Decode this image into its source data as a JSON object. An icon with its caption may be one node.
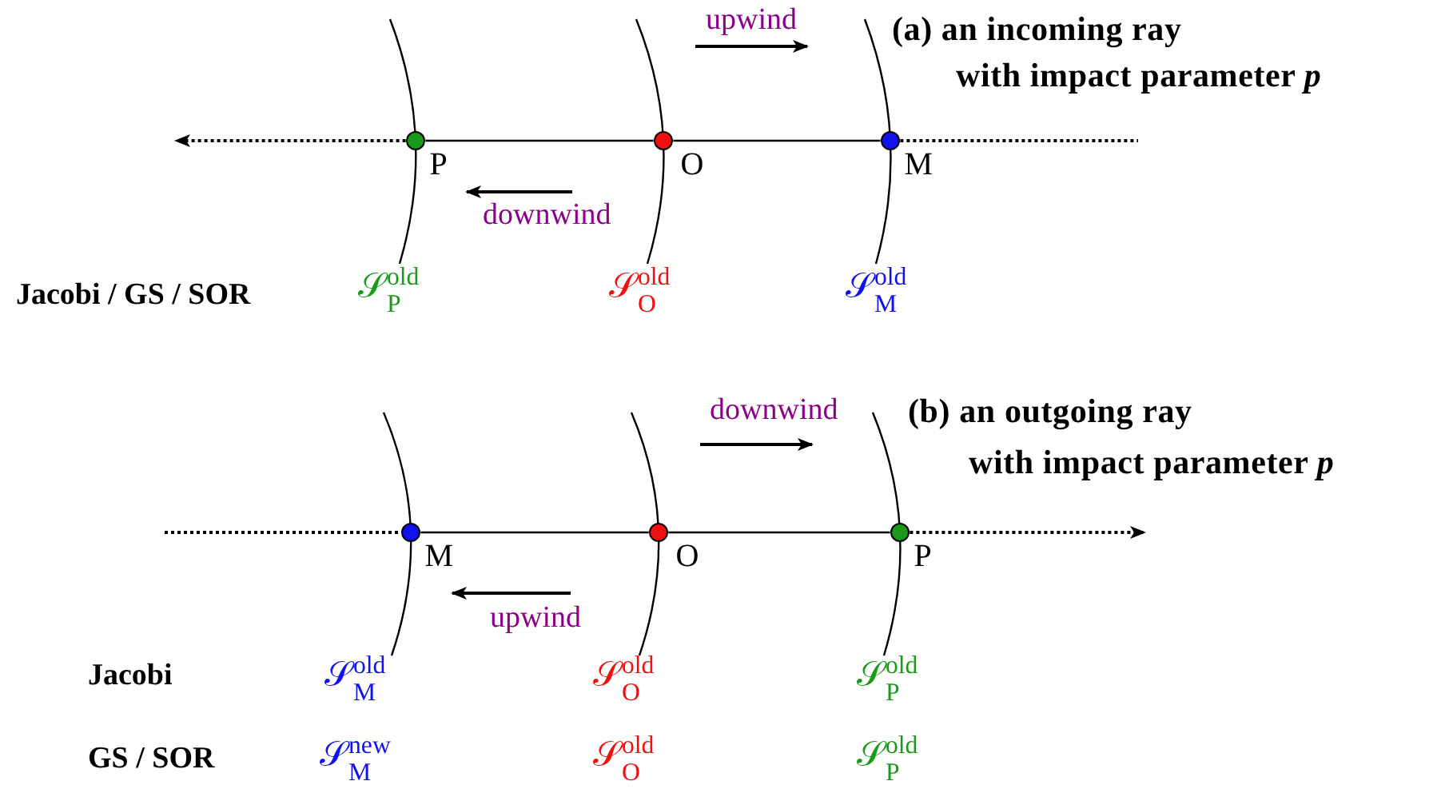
{
  "diagram": {
    "nodes": [
      {
        "text": [],
        "shape": "circle",
        "beside": [
          "P"
        ]
      },
      {
        "text": [],
        "shape": "circle",
        "beside": [
          "O"
        ]
      },
      {
        "text": [],
        "shape": "circle",
        "beside": [
          "M"
        ]
      },
      {
        "text": [],
        "shape": "circle",
        "beside": [
          "M"
        ]
      },
      {
        "text": [],
        "shape": "circle",
        "beside": [
          "O"
        ]
      },
      {
        "text": [],
        "shape": "circle",
        "beside": [
          "P"
        ]
      }
    ],
    "edges": [
      {
        "from": 0,
        "to": 1,
        "arrow": "none"
      },
      {
        "from": 1,
        "to": 2,
        "arrow": "none"
      },
      {
        "from": 0,
        "to": null,
        "arrow": "to",
        "style": "dashed"
      },
      {
        "from": 2,
        "to": null,
        "arrow": "none",
        "style": "dashed"
      },
      {
        "from": 3,
        "to": 4,
        "arrow": "none"
      },
      {
        "from": 4,
        "to": 5,
        "arrow": "none"
      },
      {
        "from": null,
        "to": 3,
        "arrow": "none",
        "style": "dashed"
      },
      {
        "from": 5,
        "to": null,
        "arrow": "to",
        "style": "dashed"
      }
    ],
    "labels": [
      "upwind",
      "(a) an incoming ray",
      "with impact parameter *p*",
      "downwind",
      "Jacobi / GS / SOR",
      "𝒮$^{old}$$_{P}$",
      "𝒮$^{old}$$_{O}$",
      "𝒮$^{old}$$_{M}$",
      "downwind",
      "(b) an outgoing ray",
      "with impact parameter *p*",
      "upwind",
      "Jacobi",
      "𝒮$^{old}$$_{M}$",
      "𝒮$^{old}$$_{O}$",
      "𝒮$^{old}$$_{P}$",
      "GS / SOR",
      "𝒮$^{new}$$_{M}$",
      "𝒮$^{old}$$_{O}$",
      "𝒮$^{old}$$_{P}$"
    ]
  }
}
